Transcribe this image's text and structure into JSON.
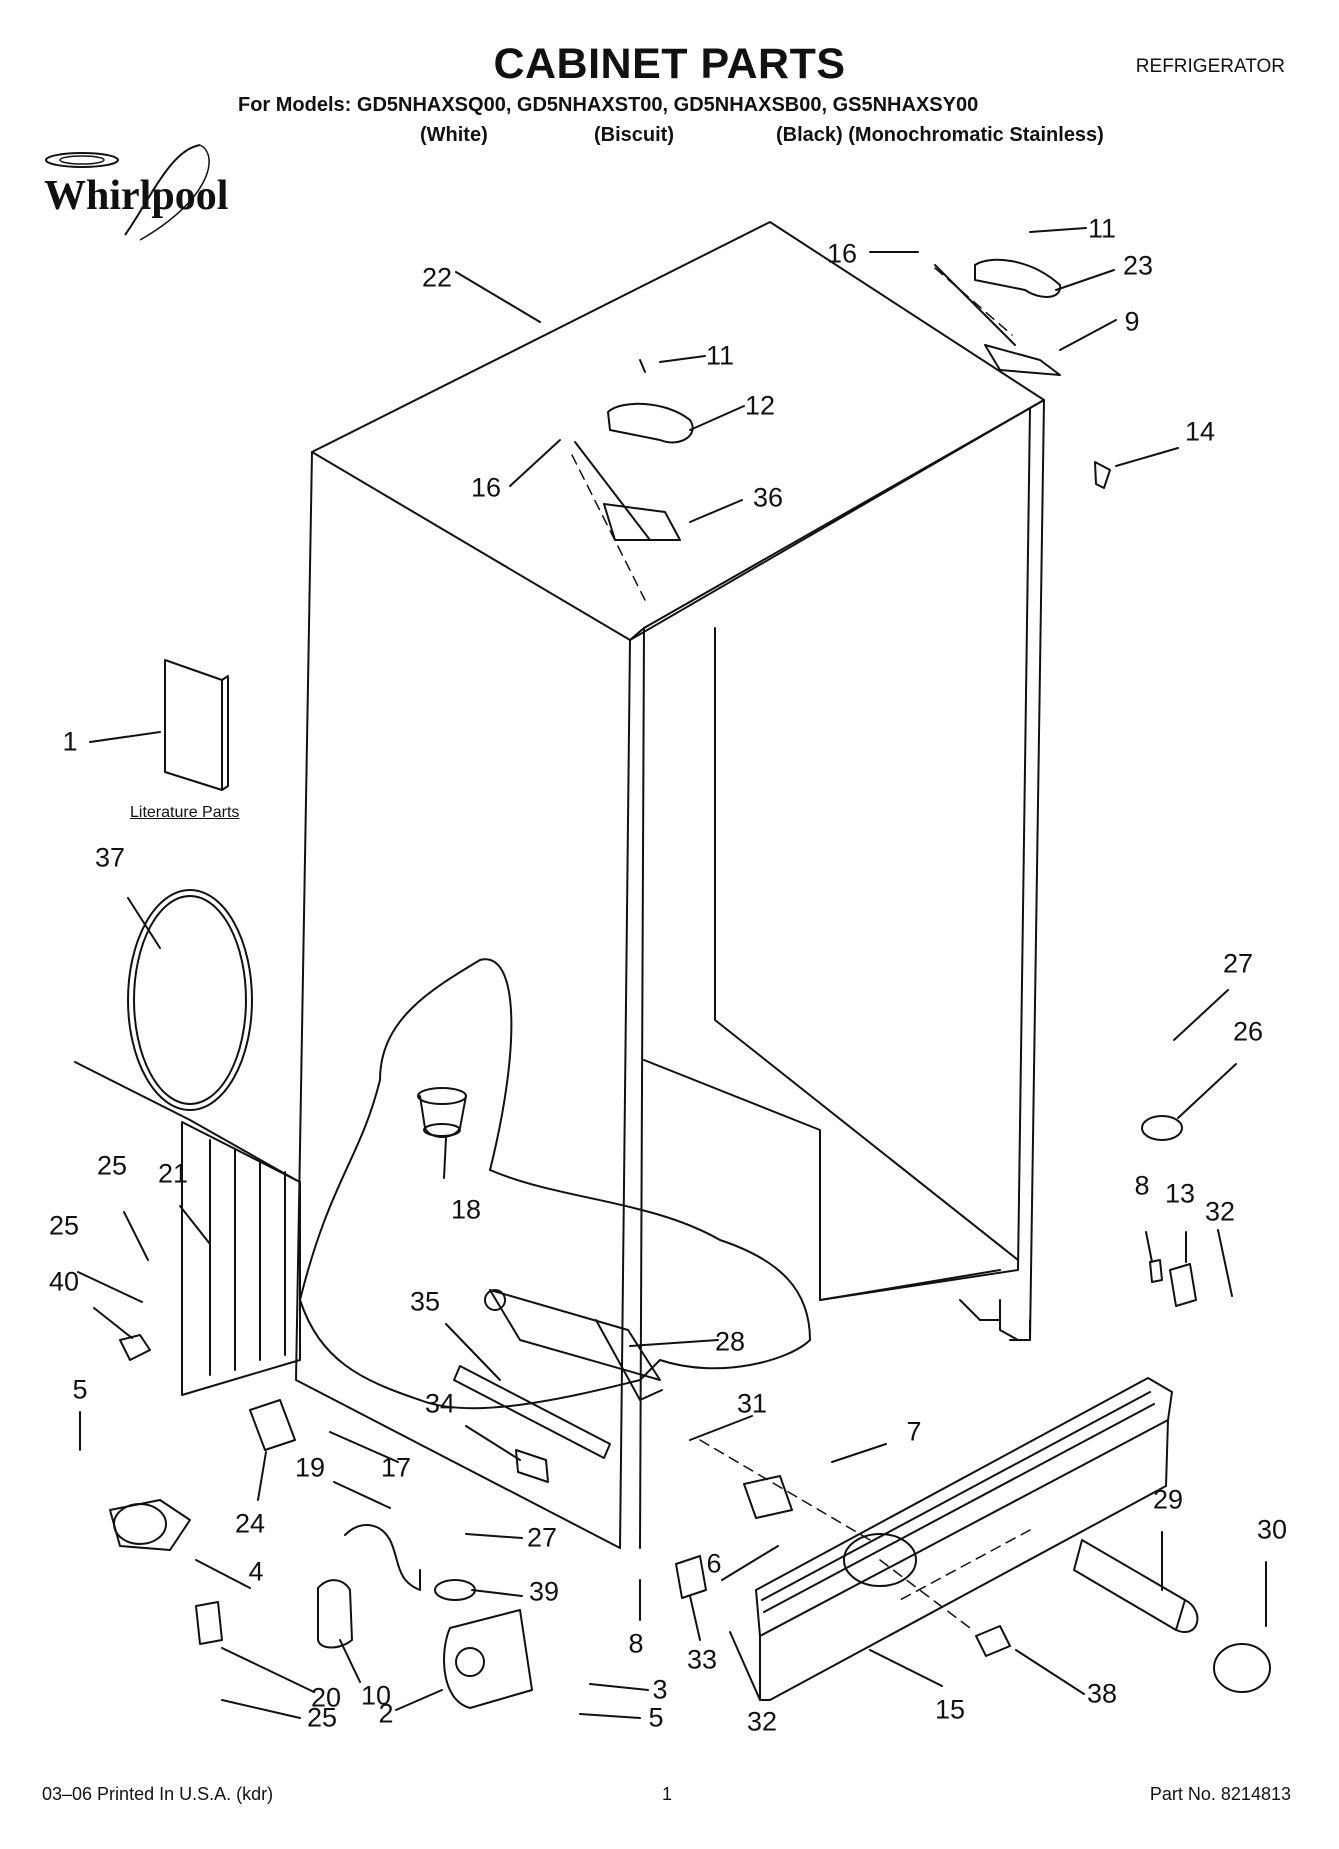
{
  "header": {
    "title": "CABINET PARTS",
    "category": "REFRIGERATOR",
    "models_line": "For Models: GD5NHAXSQ00, GD5NHAXST00, GD5NHAXSB00, GS5NHAXSY00",
    "variants": [
      "(White)",
      "(Biscuit)",
      "(Black) (Monochromatic Stainless)"
    ]
  },
  "brand": {
    "logo_text": "Whirlpool"
  },
  "diagram": {
    "literature_label": "Literature Parts",
    "callouts": [
      "22",
      "16",
      "11",
      "23",
      "9",
      "11",
      "12",
      "14",
      "16",
      "36",
      "1",
      "37",
      "27",
      "26",
      "25",
      "21",
      "8",
      "13",
      "32",
      "25",
      "18",
      "40",
      "35",
      "28",
      "5",
      "34",
      "31",
      "7",
      "19",
      "17",
      "24",
      "27",
      "29",
      "30",
      "4",
      "39",
      "6",
      "10",
      "20",
      "8",
      "33",
      "3",
      "2",
      "38",
      "32",
      "15",
      "5",
      "25"
    ]
  },
  "footer": {
    "print_info": "03–06 Printed In U.S.A. (kdr)",
    "page_number": "1",
    "part_number": "Part No. 8214813"
  }
}
